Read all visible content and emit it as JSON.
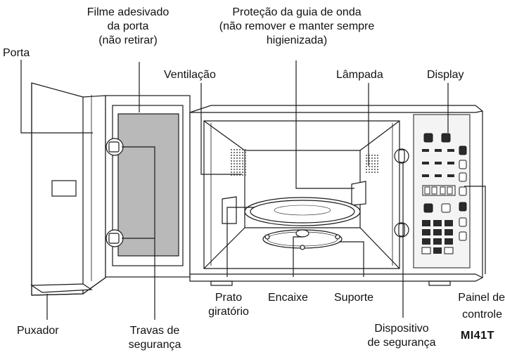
{
  "labels": {
    "porta": "Porta",
    "filme_line1": "Filme adesivado",
    "filme_line2": "da porta",
    "filme_line3": "(não retirar)",
    "protecao_line1": "Proteção da guia de onda",
    "protecao_line2": "(não remover e manter sempre",
    "protecao_line3": "higienizada)",
    "ventilacao": "Ventilação",
    "lampada": "Lâmpada",
    "display": "Display",
    "prato_line1": "Prato",
    "prato_line2": "giratório",
    "encaixe": "Encaixe",
    "suporte": "Suporte",
    "painel_line1": "Painel de",
    "painel_line2": "controle",
    "model": "MI41T",
    "puxador": "Puxador",
    "travas_line1": "Travas de",
    "travas_line2": "segurança",
    "dispositivo_line1": "Dispositivo",
    "dispositivo_line2": "de segurança"
  },
  "colors": {
    "line": "#1a1a1a",
    "film": "#b9b9b9",
    "panel": "#f4f4f4",
    "button": "#2a2a2a"
  }
}
